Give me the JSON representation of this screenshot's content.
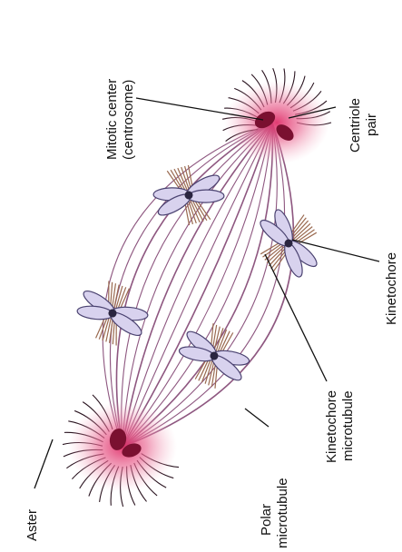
{
  "labels": {
    "mitotic_center_line1": "Mitotic center",
    "mitotic_center_line2": "(centrosome)",
    "centriole_line1": "Centriole",
    "centriole_line2": "pair",
    "kinetochore": "Kinetochore",
    "kinetochore_mt_line1": "Kinetochore",
    "kinetochore_mt_line2": "microtubule",
    "polar_mt_line1": "Polar",
    "polar_mt_line2": "microtubule",
    "aster": "Aster"
  },
  "colors": {
    "spindle": "#7a3a6a",
    "centrosome_glow": "#e0306a",
    "centriole": "#7a1030",
    "chromosome_fill": "#d8d2ee",
    "chromosome_stroke": "#4a4270",
    "kinetochore_fiber": "#9a6a50",
    "pointer": "#111111"
  }
}
